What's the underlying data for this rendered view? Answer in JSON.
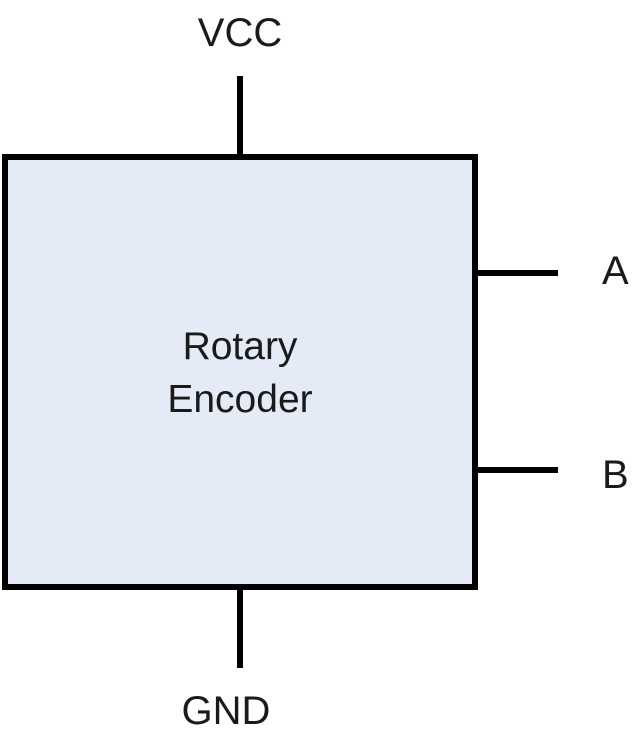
{
  "component": {
    "name_line1": "Rotary",
    "name_line2": "Encoder",
    "fill_color": "#e4ebf6",
    "stroke_color": "#000000"
  },
  "pins": {
    "vcc": "VCC",
    "gnd": "GND",
    "a": "A",
    "b": "B"
  }
}
